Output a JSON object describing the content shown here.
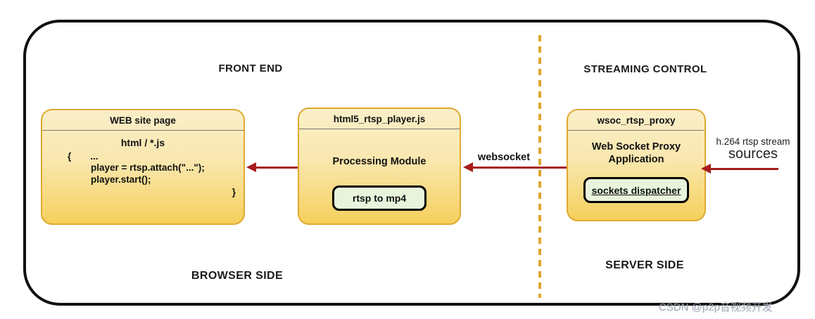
{
  "diagram": {
    "sections": {
      "front_end": "FRONT END",
      "streaming_control": "STREAMING CONTROL",
      "browser_side": "BROWSER SIDE",
      "server_side": "SERVER SIDE"
    },
    "nodes": {
      "web_site_page": {
        "title": "WEB site page",
        "subtitle": "html / *.js",
        "code_open": "{",
        "code_ellipsis": "...",
        "code_line1": "player = rtsp.attach(\"...\");",
        "code_line2": "player.start();",
        "code_close": "}"
      },
      "html5_rtsp_player": {
        "title": "html5_rtsp_player.js",
        "label": "Processing Module",
        "chip": "rtsp to mp4"
      },
      "wsoc_rtsp_proxy": {
        "title": "wsoc_rtsp_proxy",
        "label_line1": "Web Socket Proxy",
        "label_line2": "Application",
        "chip": "sockets dispatcher"
      }
    },
    "connections": {
      "websocket_label": "websocket",
      "stream_source_line1": "h.264 rtsp stream",
      "stream_source_line2": "sources"
    },
    "colors": {
      "node_border": "#dfa930",
      "node_fill_top": "#faefc9",
      "node_fill_bottom": "#f6d05c",
      "chip_fill": "#e8f5dc",
      "arrow": "#a81d1d",
      "divider_dash": "#e0a62e",
      "container_border": "#111111",
      "watermark": "#9ca3af"
    },
    "watermark": "CSDN @p2p音视频开发"
  }
}
